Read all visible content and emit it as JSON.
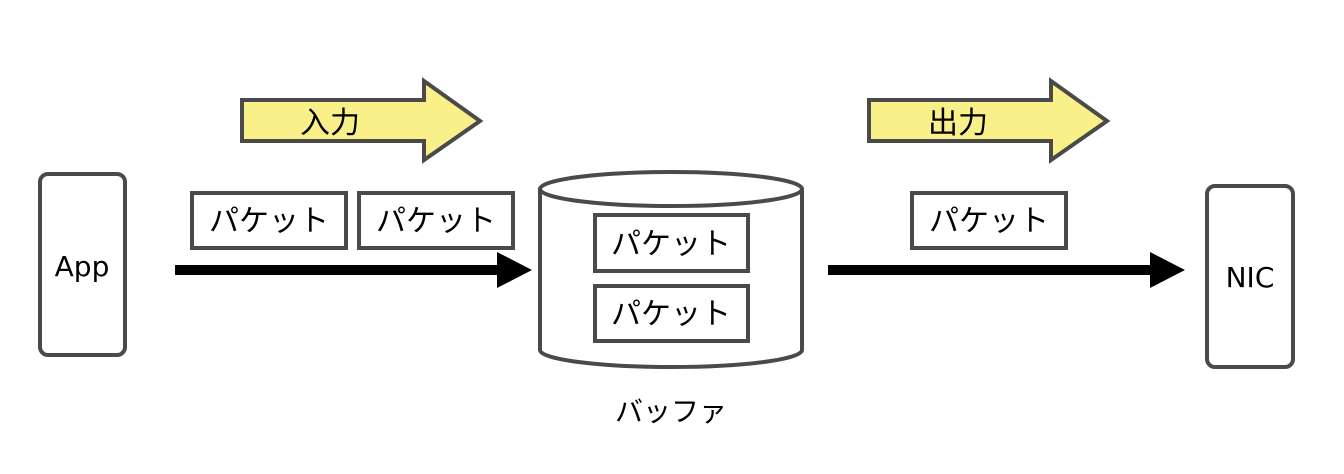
{
  "nodes": {
    "app": "App",
    "nic": "NIC",
    "buffer": "バッファ"
  },
  "arrows": {
    "input": "入力",
    "output": "出力"
  },
  "packets": {
    "incoming": [
      "パケット",
      "パケット"
    ],
    "buffered": [
      "パケット",
      "パケット"
    ],
    "outgoing": [
      "パケット"
    ]
  },
  "colors": {
    "stroke": "#4a4a4a",
    "arrow_fill": "#f9f08a",
    "flow_line": "#000000",
    "background": "#ffffff"
  }
}
